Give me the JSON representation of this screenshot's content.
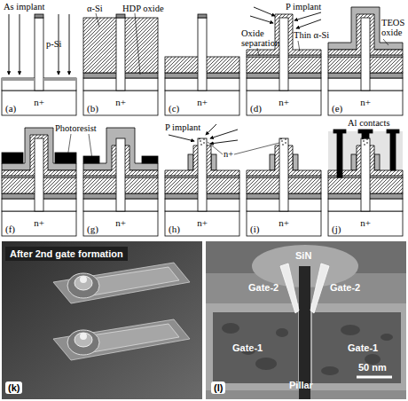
{
  "diagram": {
    "labels": [
      "As implant",
      "p-Si",
      "n+",
      "(a)",
      "α-Si",
      "HDP oxide",
      "n+",
      "(b)",
      "n+",
      "(c)",
      "Oxide separation",
      "P implant",
      "Thin α-Si",
      "n+",
      "(d)",
      "TEOS oxide",
      "n+",
      "(e)",
      "Photoresist",
      "n+",
      "(f)",
      "n+",
      "(g)",
      "P implant",
      "n+",
      "n+",
      "(h)",
      "n+",
      "(i)",
      "Al contacts",
      "n+",
      "(j)",
      "After 2nd gate formation",
      "(k)",
      "SiN",
      "Gate-2",
      "Gate-2",
      "Gate-1",
      "Gate-1",
      "Pillar",
      "50 nm",
      "(l)"
    ]
  }
}
